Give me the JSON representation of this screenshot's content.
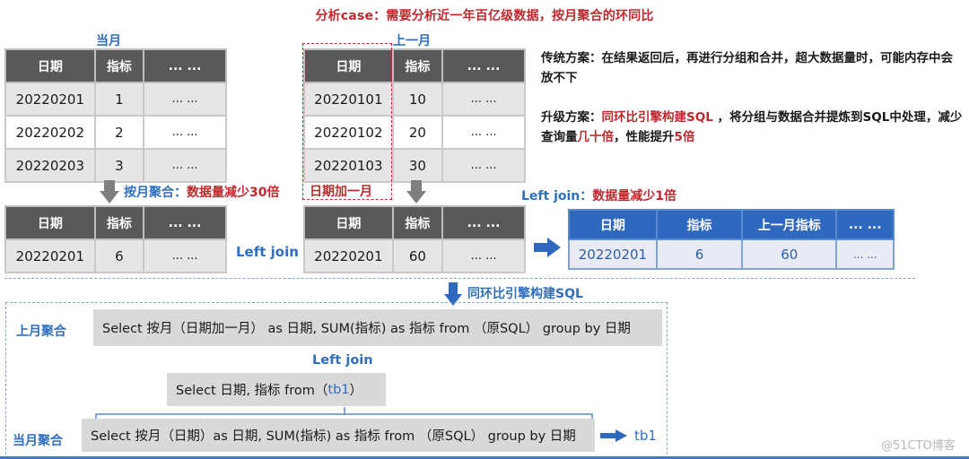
{
  "title": "分析case：需要分析近一年百亿级数据，按月聚合的环同比",
  "current_month": {
    "label": "当月",
    "headers": [
      "日期",
      "指标",
      "... ..."
    ],
    "rows": [
      [
        "20220201",
        "1",
        "... ..."
      ],
      [
        "20220202",
        "2",
        "... ..."
      ],
      [
        "20220203",
        "3",
        "... ..."
      ]
    ]
  },
  "prev_month": {
    "label": "上一月",
    "headers": [
      "日期",
      "指标",
      "... ..."
    ],
    "rows": [
      [
        "20220101",
        "10",
        "... ..."
      ],
      [
        "20220102",
        "20",
        "... ..."
      ],
      [
        "20220103",
        "30",
        "... ..."
      ]
    ],
    "date_shift_label": "日期加一月"
  },
  "monthly_agg": {
    "label_blue": "按月聚合：",
    "label_red": "数据量减少30倍"
  },
  "current_agg": {
    "headers": [
      "日期",
      "指标",
      "... ..."
    ],
    "row": [
      "20220201",
      "6",
      "... ..."
    ]
  },
  "prev_agg": {
    "headers": [
      "日期",
      "指标",
      "... ..."
    ],
    "row": [
      "20220201",
      "60",
      "... ..."
    ]
  },
  "left_join_label": "Left join",
  "result": {
    "label_blue": "Left join：",
    "label_red": "数据量减少1倍",
    "headers": [
      "日期",
      "指标",
      "上一月指标",
      "... ..."
    ],
    "row": [
      "20220201",
      "6",
      "60",
      "... ..."
    ]
  },
  "notes": {
    "traditional_prefix": "传统方案：",
    "traditional_text": "在结果返回后，再进行分组和合并，超大数据量时，可能内存中会放不下",
    "upgrade_prefix": "升级方案：",
    "upgrade_red1": "同环比引擎构建SQL",
    "upgrade_text1": " ，将分组与数据合并提炼到SQL中处理，减少查询量",
    "upgrade_red2": "几十倍",
    "upgrade_text2": "，性能提升",
    "upgrade_red3": "5倍"
  },
  "engine_label": "同环比引擎构建SQL",
  "sql": {
    "prev_label": "上月聚合",
    "prev_sql": "Select 按月（日期加一月） as 日期, SUM(指标) as 指标 from （原SQL） group by 日期",
    "join_label": "Left join",
    "outer_prefix": "Select 日期, 指标 from（",
    "outer_tb": "tb1",
    "outer_suffix": "）",
    "cur_label": "当月聚合",
    "cur_sql": "Select 按月（日期）as 日期, SUM(指标) as 指标 from （原SQL） group by 日期",
    "alias": "tb1"
  },
  "colors": {
    "red": "#c0282d",
    "blue": "#2f6fc0",
    "header_gray": "#595959",
    "header_blue": "#2f68bf"
  },
  "watermark": "@51CTO博客"
}
